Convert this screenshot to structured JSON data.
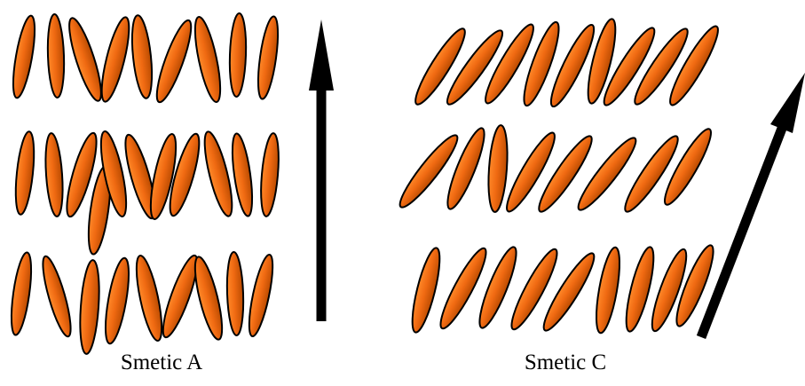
{
  "panels": [
    {
      "caption": "Smetic A",
      "phase": "smectic-A",
      "layers": 3,
      "director": "vertical"
    },
    {
      "caption": "Smetic C",
      "phase": "smectic-C",
      "layers": 3,
      "director": "tilted"
    }
  ],
  "colors": {
    "molecule_fill_light": "#ff8a2a",
    "molecule_fill_mid": "#f06a12",
    "molecule_fill_dark": "#b84a00",
    "molecule_outline": "#000000",
    "arrow": "#000000",
    "background": "#ffffff"
  }
}
